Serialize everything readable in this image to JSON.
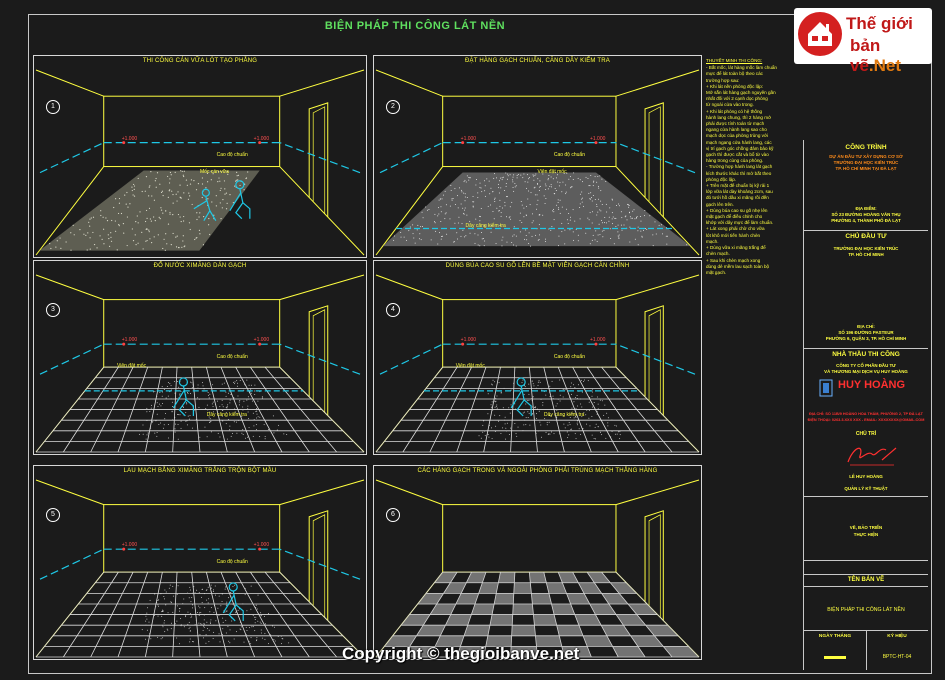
{
  "drawing": {
    "title": "BIỆN PHÁP THI CÔNG LÁT NỀN"
  },
  "panels": [
    {
      "num": "1",
      "title": "THI CÔNG CÁN VỮA LÓT TẠO PHẲNG",
      "labels": [
        "Cao độ chuẩn",
        "Mốc cán vữa"
      ],
      "level": "+1.000"
    },
    {
      "num": "2",
      "title": "ĐẶT HÀNG GẠCH CHUẨN, CĂNG DÂY KIỂM TRA",
      "labels": [
        "Cao độ chuẩn",
        "Viên đặt mốc",
        "Dây căng kiểm tra"
      ],
      "level": "+1.000"
    },
    {
      "num": "3",
      "title": "ĐỔ NƯỚC XIMĂNG DÁN GẠCH",
      "labels": [
        "Cao độ chuẩn",
        "Viên đặt mốc",
        "Dây căng kiểm tra"
      ],
      "level": "+1.000"
    },
    {
      "num": "4",
      "title": "DÙNG BÚA CAO SU GÕ LÊN BỀ MẶT VIÊN GẠCH CĂN CHỈNH",
      "labels": [
        "Cao độ chuẩn",
        "Viên đặt mốc",
        "Dây căng kiểm tra"
      ],
      "level": "+1.000"
    },
    {
      "num": "5",
      "title": "LAU MẠCH BẰNG XIMĂNG TRẮNG TRỘN BỘT MẦU",
      "labels": [
        "Cao độ chuẩn"
      ],
      "level": "+1.000"
    },
    {
      "num": "6",
      "title": "CÁC HÀNG GẠCH TRONG VÀ NGOÀI PHÒNG PHẢI TRÙNG MẠCH THẲNG HÀNG",
      "labels": [],
      "level": ""
    }
  ],
  "notes": {
    "title": "THUYẾT MINH THI CÔNG:",
    "lines": [
      "- Bắt mốc, lát hàng mốc làm chuẩn",
      "mực để lát toàn bộ theo các",
      "trường hợp sau:",
      "+ Khi lát nền phòng độc lập:",
      "Mở sẵn lát hàng gạch nguyên gần",
      "nhất đối với 2 cạnh dọc phòng",
      "từ ngoài cửa vào trong.",
      "+ Khi lát phòng có hệ thống",
      "hành lang chung, thì 2 hàng mở",
      "phải được tính toán từ mạch",
      "ngang cửa hành lang sao cho",
      "mạch dọc của phòng trùng với",
      "mạch ngang cửa hành lang, các",
      "vị trí gạch góc chồng đảm bảo kỹ",
      "gạch thì được cắt và bổ từ vào",
      "hàng trong cùng của phòng.",
      "- Trường hợp hành lang lát gạch",
      "kích thước khác thì mở bắt theo",
      "phòng độc lập.",
      "+ Trên mặt đế chuẩn bị kỹ rải 1",
      "lớp vữa lát dày khoảng 2cm, sau",
      "đó tưới hồ dầu xi măng rồi đến",
      "gạch lên trên.",
      "+ Dùng búa cao su gõ nhẹ lên",
      "mặt gạch để điều chỉnh cho",
      "khớp với dây mực để làm chuẩn.",
      "+ Lát xong phải chờ cho vữa",
      "lót khô mới tiến hành chèn",
      "mạch.",
      "+ Dùng vữa xi măng trắng để",
      "chèn mạch.",
      "+ Sau khi chèn mạch xong",
      "dùng dẻ mềm lau sạch toàn bộ",
      "mặt gạch."
    ]
  },
  "title_block": {
    "cong_trinh_h": "CÔNG TRÌNH",
    "cong_trinh": [
      "DỰ ÁN ĐẦU TƯ XÂY DỰNG CƠ SỞ",
      "TRƯỜNG ĐẠI HỌC KIẾN TRÚC",
      "TP. HỒ CHÍ MINH TẠI ĐÀ LẠT"
    ],
    "dia_diem1": [
      "ĐỊA ĐIỂM:",
      "SỐ 23 ĐƯỜNG HOÀNG VĂN THỤ",
      "PHƯỜNG 4, THÀNH PHỐ ĐÀ LẠT"
    ],
    "chu_dau_tu_h": "CHỦ ĐẦU TƯ",
    "chu_dau_tu": [
      "TRƯỜNG ĐẠI HỌC KIẾN TRÚC",
      "TP. HỒ CHÍ MINH"
    ],
    "dia_diem2": [
      "ĐỊA CHỈ:",
      "SỐ 196 ĐƯỜNG PASTEUR",
      "PHƯỜNG 6, QUẬN 3, TP. HỒ CHÍ MINH"
    ],
    "nha_thau_h": "NHÀ THẦU THI CÔNG",
    "nha_thau": [
      "CÔNG TY CỔ PHẦN ĐẦU TƯ",
      "VÀ THƯƠNG MẠI DỊCH VỤ HUY HOÀNG"
    ],
    "company_logo": "HUY HOÀNG",
    "nha_thau_addr": [
      "ĐỊA CHỈ: SỐ 11B/9 HOÀNG HOA THÁM, PHƯỜNG 2, TP ĐÀ LẠT",
      "ĐIỆN THOẠI: 0263.3.XXX XXX - EMAIL: XXXXXXXX@GMAIL.COM"
    ],
    "cohu_h": "CHỦ TRÌ",
    "person1": "LÊ HUY HOÀNG",
    "person1_role": "QUẢN LÝ KỸ THUẬT",
    "ve_h": "VẼ, BẢO TRIỂN",
    "ve_v": "THỰC HIỆN",
    "ten_ban_ve_h": "TÊN BẢN VẼ",
    "ten_ban_ve": "BIỆN PHÁP THI CÔNG LÁT NỀN",
    "ngay_h": "NGÀY THÁNG",
    "ky_hieu_h": "KÝ HIỆU",
    "ky_hieu": "BPTC-HT-04"
  },
  "watermark": {
    "logo_line1": "Thế giới",
    "logo_line2a": "bản vẽ",
    "logo_line2b": ".Net",
    "copyright": "Copyright © thegioibanve.net"
  },
  "colors": {
    "walls": "#ffff40",
    "dash": "#1ec8e6",
    "worker": "#1ec8e6",
    "accent": "#ff4040",
    "title": "#5fe05f"
  }
}
